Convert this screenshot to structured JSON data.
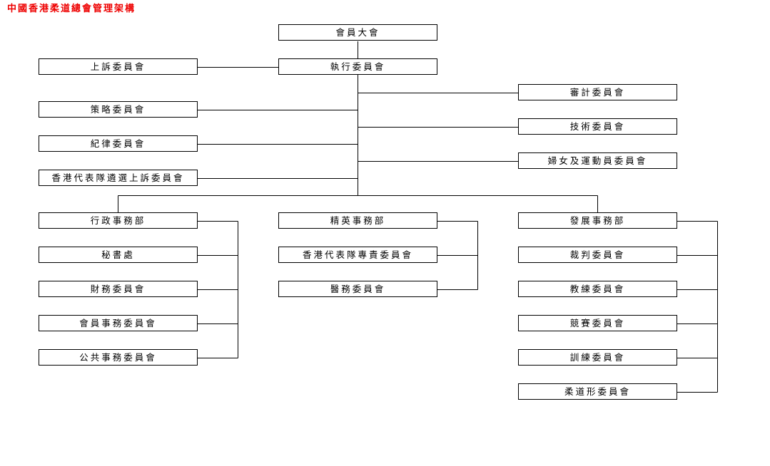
{
  "title": "中國香港柔道總會管理架構",
  "nodes": {
    "general_meeting": "會員大會",
    "appeals_committee": "上訴委員會",
    "executive_committee": "執行委員會",
    "audit_committee": "審計委員會",
    "strategy_committee": "策略委員會",
    "technical_committee": "技術委員會",
    "discipline_committee": "紀律委員會",
    "women_athletes_committee": "婦女及運動員委員會",
    "team_selection_appeals_committee": "香港代表隊遴選上訴委員會",
    "admin_department": "行政事務部",
    "secretariat": "秘書處",
    "finance_committee": "財務委員會",
    "membership_committee": "會員事務委員會",
    "public_affairs_committee": "公共事務委員會",
    "elite_department": "精英事務部",
    "team_special_committee": "香港代表隊專責委員會",
    "medical_committee": "醫務委員會",
    "development_department": "發展事務部",
    "referee_committee": "裁判委員會",
    "coaching_committee": "教練委員會",
    "competition_committee": "競賽委員會",
    "training_committee": "訓練委員會",
    "kata_committee": "柔道形委員會"
  }
}
